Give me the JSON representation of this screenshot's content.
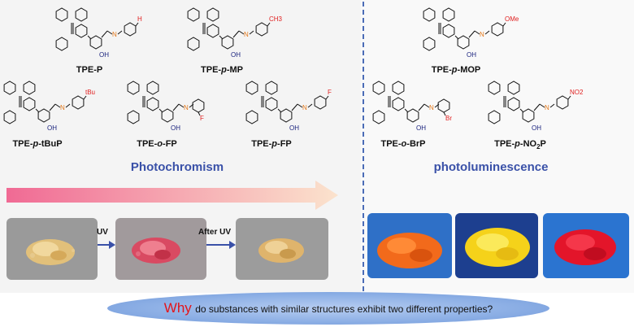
{
  "left_panel": {
    "title": "Photochromism",
    "photochromic_sequence": [
      "UV",
      "After UV"
    ]
  },
  "right_panel": {
    "title": "photoluminescence"
  },
  "compounds": [
    {
      "id": "tpe-p",
      "label_parts": [
        "TPE-P"
      ],
      "substituent": "H",
      "substituent_color": "#e02020"
    },
    {
      "id": "tpe-p-mp",
      "label_parts": [
        "TPE-",
        "p",
        "-MP"
      ],
      "substituent": "CH3",
      "substituent_color": "#e02020"
    },
    {
      "id": "tpe-p-mop",
      "label_parts": [
        "TPE-",
        "p",
        "-MOP"
      ],
      "substituent": "OMe",
      "substituent_color": "#e02020"
    },
    {
      "id": "tpe-p-tbup",
      "label_parts": [
        "TPE-",
        "p",
        "-tBuP"
      ],
      "substituent": "tBu",
      "substituent_color": "#e02020"
    },
    {
      "id": "tpe-o-fp",
      "label_parts": [
        "TPE-",
        "o",
        "-FP"
      ],
      "substituent": "F",
      "substituent_color": "#e02020"
    },
    {
      "id": "tpe-p-fp",
      "label_parts": [
        "TPE-",
        "p",
        "-FP"
      ],
      "substituent": "F",
      "substituent_color": "#e02020"
    },
    {
      "id": "tpe-o-brp",
      "label_parts": [
        "TPE-",
        "o",
        "-BrP"
      ],
      "substituent": "Br",
      "substituent_color": "#e02020"
    },
    {
      "id": "tpe-p-no2p",
      "label_parts": [
        "TPE-",
        "p",
        "-NO",
        "2",
        "P"
      ],
      "substituent": "NO2",
      "substituent_color": "#e02020"
    }
  ],
  "atom_labels": {
    "nitrogen": "N",
    "hydroxyl": "OH"
  },
  "question": {
    "emphasis": "Why",
    "text": "do substances with similar structures exhibit two different properties?"
  },
  "colors": {
    "divider": "#4b6cb7",
    "title": "#3a51a8",
    "arrow_gradient": [
      "#f06a94",
      "#fbe3cd"
    ],
    "nitrogen": "#e3781a",
    "hydroxyl": "#1a237e",
    "substituent": "#e02020",
    "photo_orange": "#f26a1b",
    "photo_yellow": "#f5d21a",
    "photo_red": "#e3152a",
    "photo_blue_bg": "#2b6cc9"
  }
}
